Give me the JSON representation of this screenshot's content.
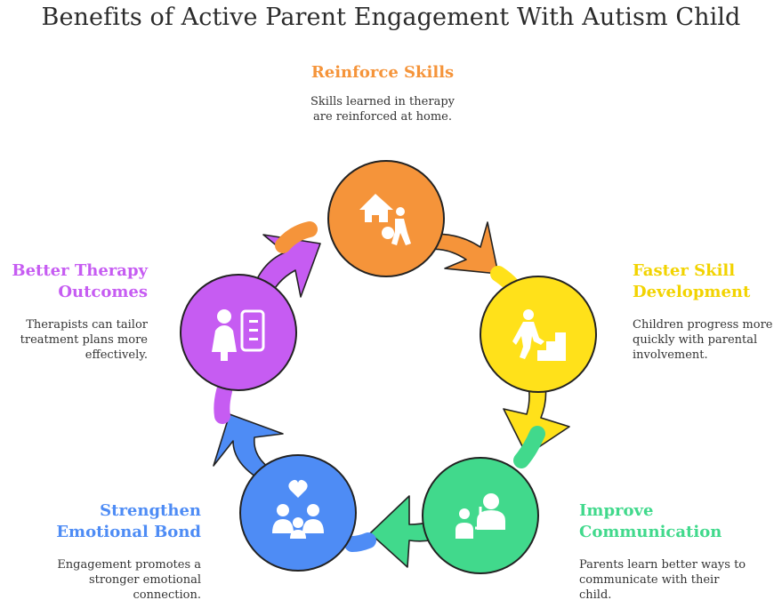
{
  "title": "Benefits of Active Parent Engagement With Autism Child",
  "colors": {
    "orange": "#F5943A",
    "yellow": "#FFE11A",
    "green": "#41D98C",
    "blue": "#4E8CF5",
    "purple": "#C65CF2"
  },
  "steps": [
    {
      "heading": "Reinforce Skills",
      "description": [
        "Skills learned in therapy",
        "are reinforced at home."
      ],
      "icon": "home-child-icon"
    },
    {
      "heading": [
        "Faster Skill",
        "Development"
      ],
      "description": [
        "Children progress more",
        "quickly with parental",
        "involvement."
      ],
      "icon": "climbing-stairs-icon"
    },
    {
      "heading": [
        "Improve",
        "Communication"
      ],
      "description": [
        "Parents learn better ways to",
        "communicate with their",
        "child."
      ],
      "icon": "parent-child-talk-icon"
    },
    {
      "heading": [
        "Strengthen",
        "Emotional Bond"
      ],
      "description": [
        "Engagement promotes a",
        "stronger emotional",
        "connection."
      ],
      "icon": "family-heart-icon"
    },
    {
      "heading": [
        "Better Therapy",
        "Outcomes"
      ],
      "description": [
        "Therapists can tailor",
        "treatment plans more",
        "effectively."
      ],
      "icon": "therapist-plan-icon"
    }
  ]
}
